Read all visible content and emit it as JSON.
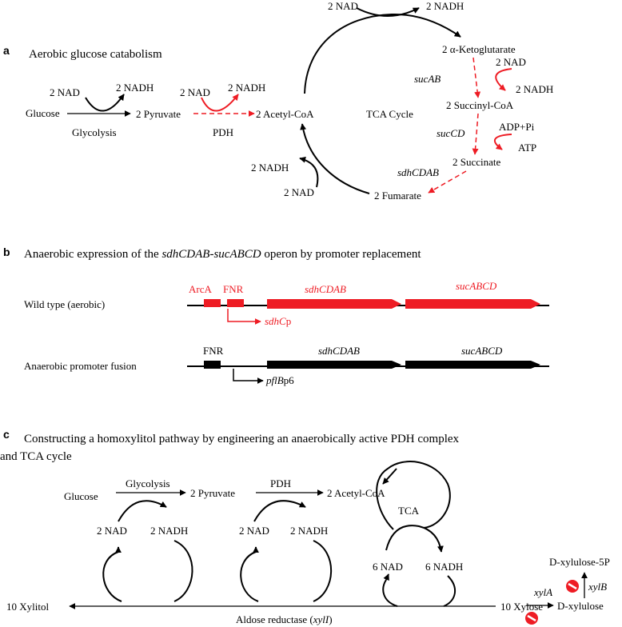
{
  "colors": {
    "red": "#ee1c24",
    "black": "#000000"
  },
  "panel_a": {
    "label": "a",
    "title": "Aerobic glucose catabolism",
    "glucose": "Glucose",
    "glycolysis": "Glycolysis",
    "nad_1": "2 NAD",
    "nadh_1": "2 NADH",
    "pyruvate": "2 Pyruvate",
    "nad_2": "2 NAD",
    "nadh_2": "2 NADH",
    "pdh": "PDH",
    "acetyl_coa": "2 Acetyl-CoA",
    "tca_cycle": "TCA Cycle",
    "nad_top": "2 NAD",
    "nadh_top": "2 NADH",
    "akg": "2 α-Ketoglutarate",
    "nad_3": "2 NAD",
    "sucab": "sucAB",
    "nadh_3": "2 NADH",
    "succinyl_coa": "2 Succinyl-CoA",
    "adp_pi": "ADP+Pi",
    "sucd": "sucCD",
    "atp": "ATP",
    "succinate": "2 Succinate",
    "sdh": "sdhCDAB",
    "fumarate": "2 Fumarate",
    "nadh_left": "2 NADH",
    "nad_left": "2 NAD"
  },
  "panel_b": {
    "label": "b",
    "title_pre": "Anaerobic expression of the ",
    "title_operon": "sdhCDAB-sucABCD",
    "title_post": " operon by promoter replacement",
    "wild_type": "Wild type (aerobic)",
    "arca": "ArcA",
    "fnr_red": "FNR",
    "sdhcdab_red": "sdhCDAB",
    "sucabcd_red": "sucABCD",
    "sdhcp_italic": "sdhC",
    "sdhcp_suffix": "p",
    "fusion": "Anaerobic promoter fusion",
    "fnr_black": "FNR",
    "sdhcdab_black": "sdhCDAB",
    "sucabcd_black": "sucABCD",
    "pflbp6_italic": "pflB",
    "pflbp6_suffix": "p6"
  },
  "panel_c": {
    "label": "c",
    "title_line1": "Constructing a homoxylitol pathway by engineering an anaerobically active PDH complex",
    "title_line2": "and TCA cycle",
    "glucose": "Glucose",
    "glycolysis": "Glycolysis",
    "pyruvate": "2 Pyruvate",
    "pdh": "PDH",
    "acetyl_coa": "2 Acetyl-CoA",
    "tca": "TCA",
    "nad_1": "2 NAD",
    "nadh_1": "2 NADH",
    "nad_2": "2 NAD",
    "nadh_2": "2 NADH",
    "nad_6": "6 NAD",
    "nadh_6": "6 NADH",
    "xylitol": "10 Xylitol",
    "aldose_pre": "Aldose reductase (",
    "aldose_gene": "xylI",
    "aldose_post": ")",
    "xylose": "10 Xylose",
    "xyla": "xylA",
    "xylulose": "D-xylulose",
    "xylulose5p": "D-xylulose-5P",
    "xylb": "xylB"
  }
}
